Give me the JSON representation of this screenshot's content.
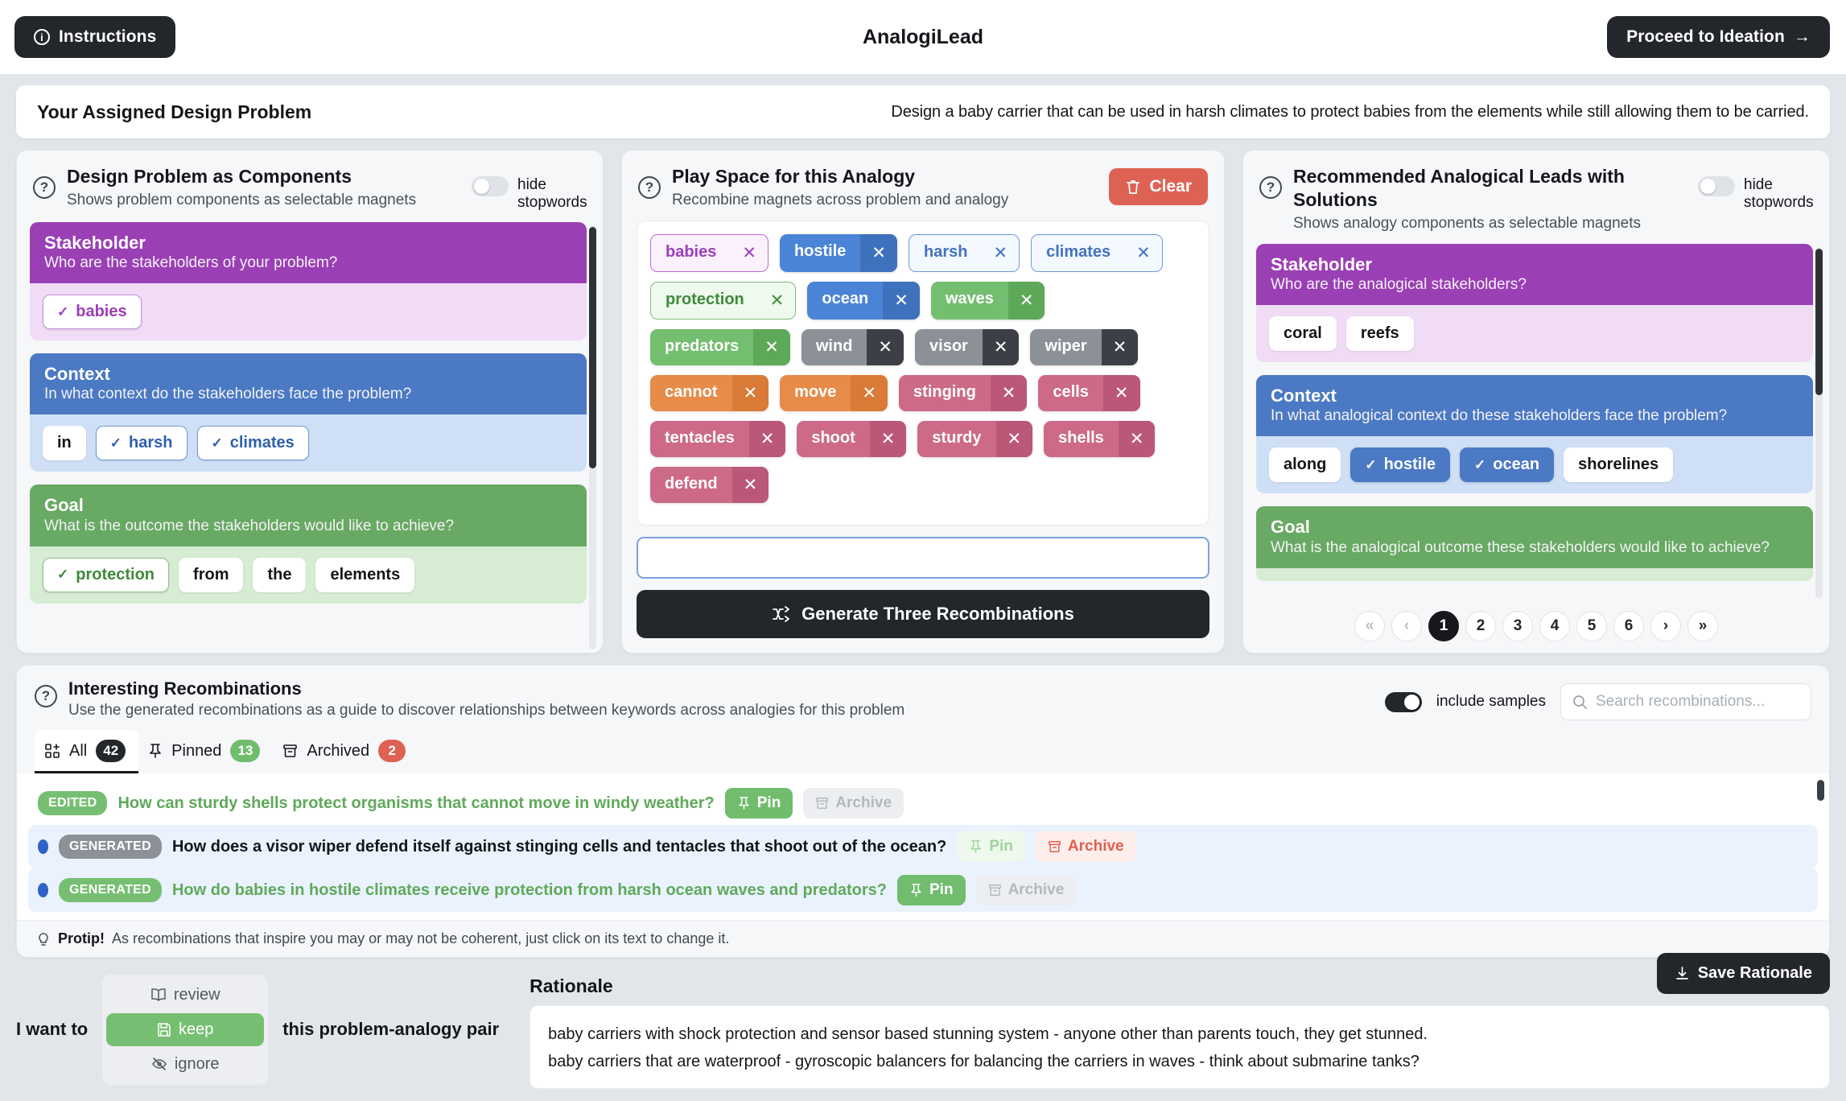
{
  "header": {
    "instructions_label": "Instructions",
    "app_title": "AnalogiLead",
    "proceed_label": "Proceed to Ideation"
  },
  "assigned": {
    "label": "Your Assigned Design Problem",
    "text": "Design a baby carrier that can be used in harsh climates to protect babies from the elements while still allowing them to be carried."
  },
  "left_panel": {
    "title": "Design Problem as Components",
    "subtitle": "Shows problem components as selectable magnets",
    "toggle_label": "hide stopwords",
    "toggle_on": false,
    "cards": [
      {
        "name": "Stakeholder",
        "question": "Who are the stakeholders of your problem?",
        "color": "#9b3fb5",
        "chips": [
          {
            "label": "babies",
            "selected": true
          }
        ]
      },
      {
        "name": "Context",
        "question": "In what context do the stakeholders face the problem?",
        "color": "#4b79c4",
        "chips": [
          {
            "label": "in",
            "selected": false
          },
          {
            "label": "harsh",
            "selected": true
          },
          {
            "label": "climates",
            "selected": true
          }
        ]
      },
      {
        "name": "Goal",
        "question": "What is the outcome the stakeholders would like to achieve?",
        "color": "#68a963",
        "chips": [
          {
            "label": "protection",
            "selected": true
          },
          {
            "label": "from",
            "selected": false
          },
          {
            "label": "the",
            "selected": false
          },
          {
            "label": "elements",
            "selected": false
          }
        ]
      }
    ]
  },
  "mid_panel": {
    "title": "Play Space for this Analogy",
    "subtitle": "Recombine magnets across problem and analogy",
    "clear_label": "Clear",
    "magnets": [
      {
        "label": "babies",
        "style": "m-babies"
      },
      {
        "label": "hostile",
        "style": "m-blue"
      },
      {
        "label": "harsh",
        "style": "m-light"
      },
      {
        "label": "climates",
        "style": "m-light"
      },
      {
        "label": "protection",
        "style": "m-protect"
      },
      {
        "label": "ocean",
        "style": "m-blue"
      },
      {
        "label": "waves",
        "style": "m-green"
      },
      {
        "label": "predators",
        "style": "m-green"
      },
      {
        "label": "wind",
        "style": "m-gray"
      },
      {
        "label": "visor",
        "style": "m-gray"
      },
      {
        "label": "wiper",
        "style": "m-gray"
      },
      {
        "label": "cannot",
        "style": "m-orange"
      },
      {
        "label": "move",
        "style": "m-orange"
      },
      {
        "label": "stinging",
        "style": "m-pink"
      },
      {
        "label": "cells",
        "style": "m-pink"
      },
      {
        "label": "tentacles",
        "style": "m-pink"
      },
      {
        "label": "shoot",
        "style": "m-pink"
      },
      {
        "label": "sturdy",
        "style": "m-pink"
      },
      {
        "label": "shells",
        "style": "m-pink"
      },
      {
        "label": "defend",
        "style": "m-pink"
      }
    ],
    "combo_input_value": "",
    "combo_input_placeholder": "",
    "generate_label": "Generate Three Recombinations"
  },
  "right_panel": {
    "title": "Recommended Analogical Leads with Solutions",
    "subtitle": "Shows analogy components as selectable magnets",
    "toggle_label": "hide stopwords",
    "toggle_on": false,
    "cards": [
      {
        "name": "Stakeholder",
        "question": "Who are the analogical stakeholders?",
        "chips": [
          {
            "label": "coral",
            "selected": false
          },
          {
            "label": "reefs",
            "selected": false
          }
        ]
      },
      {
        "name": "Context",
        "question": "In what analogical context do these stakeholders face the problem?",
        "chips": [
          {
            "label": "along",
            "selected": false
          },
          {
            "label": "hostile",
            "selected": true
          },
          {
            "label": "ocean",
            "selected": true
          },
          {
            "label": "shorelines",
            "selected": false
          }
        ]
      },
      {
        "name": "Goal",
        "question": "What is the analogical outcome these stakeholders would like to achieve?",
        "chips": []
      }
    ],
    "pagination": {
      "first": "«",
      "prev": "‹",
      "next": "›",
      "last": "»",
      "pages": [
        "1",
        "2",
        "3",
        "4",
        "5",
        "6"
      ],
      "current": "1"
    }
  },
  "recombinations": {
    "title": "Interesting Recombinations",
    "subtitle": "Use the generated recombinations as a guide to discover relationships between keywords across analogies for this problem",
    "include_samples_label": "include samples",
    "include_samples_on": true,
    "search_placeholder": "Search recombinations...",
    "search_value": "",
    "tabs": [
      {
        "label": "All",
        "count": "42",
        "badge": "dark",
        "active": true
      },
      {
        "label": "Pinned",
        "count": "13",
        "badge": "green",
        "active": false
      },
      {
        "label": "Archived",
        "count": "2",
        "badge": "red",
        "active": false
      }
    ],
    "rows": [
      {
        "tag": "EDITED",
        "tag_style": "edited",
        "has_dot": false,
        "text": "How can sturdy shells protect organisms that cannot move in windy weather?",
        "text_style": "green",
        "pin_label": "Pin",
        "pin_state": "pin-on",
        "archive_label": "Archive",
        "archive_state": "arch-off",
        "alt": false
      },
      {
        "tag": "GENERATED",
        "tag_style": "generated",
        "has_dot": true,
        "text": "How does a visor wiper defend itself against stinging cells and tentacles that shoot out of the ocean?",
        "text_style": "dark",
        "pin_label": "Pin",
        "pin_state": "pin-off",
        "archive_label": "Archive",
        "archive_state": "arch-on",
        "alt": true
      },
      {
        "tag": "GENERATED",
        "tag_style": "generated-green",
        "has_dot": true,
        "text": "How do babies in hostile climates receive protection from harsh ocean waves and predators?",
        "text_style": "green",
        "pin_label": "Pin",
        "pin_state": "pin-on",
        "archive_label": "Archive",
        "archive_state": "arch-off",
        "alt": true
      }
    ],
    "protip_bold": "Protip!",
    "protip_text": "As recombinations that inspire you may or may not be coherent, just click on its text to change it."
  },
  "bottom": {
    "i_want_to": "I want to",
    "options": [
      {
        "label": "review",
        "active": false
      },
      {
        "label": "keep",
        "active": true
      },
      {
        "label": "ignore",
        "active": false
      }
    ],
    "pair_text": "this problem-analogy pair",
    "rationale_label": "Rationale",
    "save_label": "Save Rationale",
    "rationale_line1": "baby carriers with shock protection and sensor based stunning system - anyone other than parents touch, they get stunned.",
    "rationale_line2": "baby carriers that are waterproof - gyroscopic balancers for balancing the carriers in waves - think about submarine tanks?"
  }
}
